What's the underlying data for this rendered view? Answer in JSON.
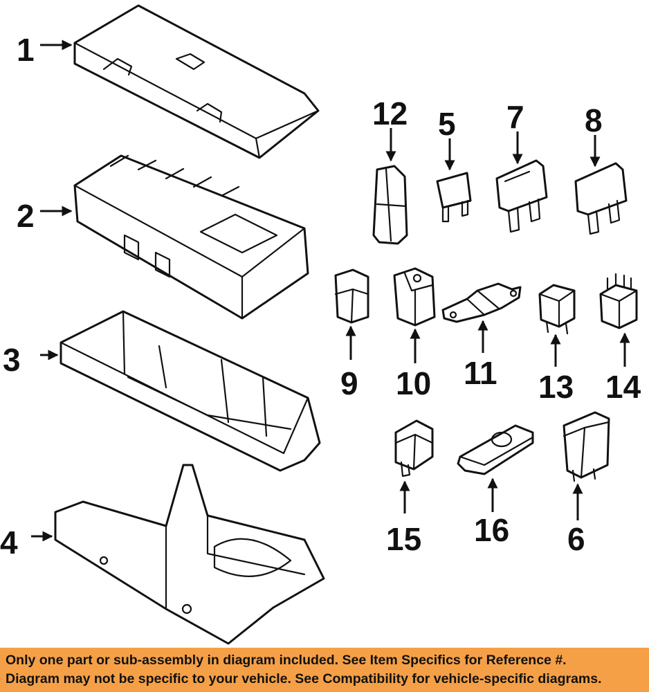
{
  "callouts": {
    "c1": "1",
    "c2": "2",
    "c3": "3",
    "c4": "4",
    "c5": "5",
    "c6": "6",
    "c7": "7",
    "c8": "8",
    "c9": "9",
    "c10": "10",
    "c11": "11",
    "c12": "12",
    "c13": "13",
    "c14": "14",
    "c15": "15",
    "c16": "16"
  },
  "banner": {
    "line1": "Only one part or sub-assembly in diagram included. See Item Specifics for Reference #.",
    "line2": "Diagram may not be specific to your vehicle. See Compatibility for vehicle-specific diagrams."
  },
  "colors": {
    "banner_background": "#f5a047",
    "line_art": "#111111"
  }
}
